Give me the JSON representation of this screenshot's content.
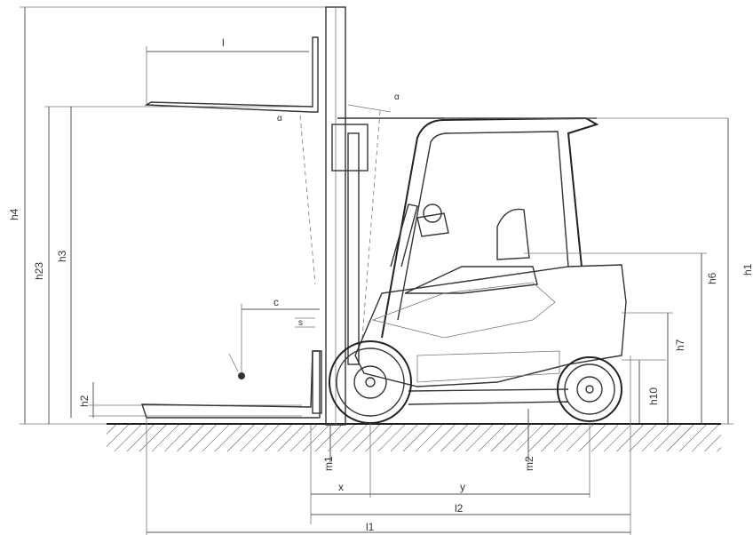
{
  "labels": {
    "l": "l",
    "h4": "h4",
    "h23": "h23",
    "h3": "h3",
    "h2": "h2",
    "c": "c",
    "s": "s",
    "alpha": "α",
    "a": "α",
    "h6": "h6",
    "h1": "h1",
    "h7": "h7",
    "h10": "h10",
    "m1": "m1",
    "m2": "m2",
    "x": "x",
    "y": "y",
    "l2": "l2",
    "l1": "l1"
  }
}
